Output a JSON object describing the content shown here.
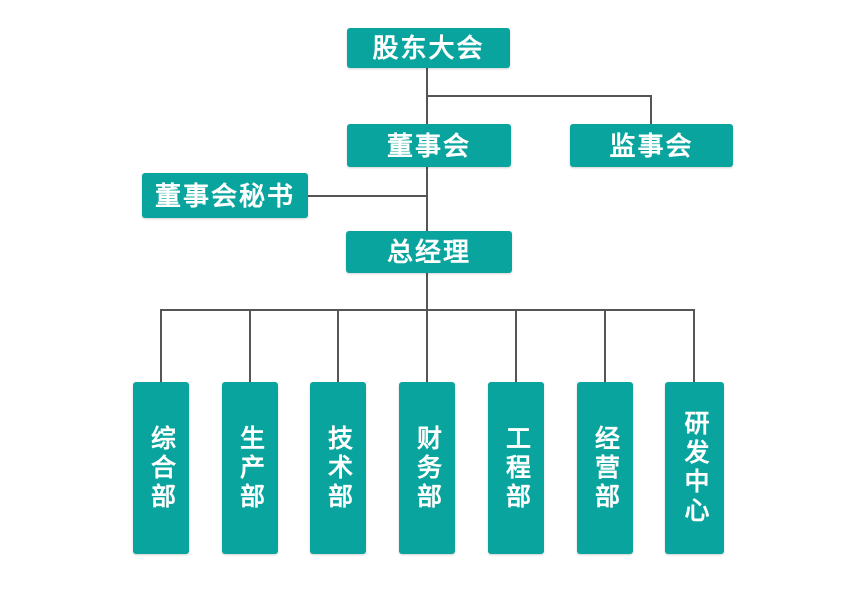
{
  "org_chart": {
    "type": "org-tree",
    "background": "#ffffff",
    "colors": {
      "node_fill": "#0aa49e",
      "node_text": "#ffffff",
      "line": "#555555"
    },
    "nodes": {
      "shareholders_meeting": {
        "label": "股东大会"
      },
      "board_of_directors": {
        "label": "董事会"
      },
      "supervisory_board": {
        "label": "监事会"
      },
      "board_secretary": {
        "label": "董事会秘书"
      },
      "general_manager": {
        "label": "总经理"
      },
      "dept_general_affairs": {
        "label": "综合部"
      },
      "dept_production": {
        "label": "生产部"
      },
      "dept_technology": {
        "label": "技术部"
      },
      "dept_finance": {
        "label": "财务部"
      },
      "dept_engineering": {
        "label": "工程部"
      },
      "dept_operations": {
        "label": "经营部"
      },
      "rnd_center": {
        "label": "研发中心"
      }
    },
    "edges": [
      {
        "from": "shareholders_meeting",
        "to": "board_of_directors"
      },
      {
        "from": "shareholders_meeting",
        "to": "supervisory_board"
      },
      {
        "from": "board_of_directors",
        "to": "general_manager"
      },
      {
        "from": "board_secretary",
        "to": "connector_board_of_directors_general_manager"
      },
      {
        "from": "general_manager",
        "to": "dept_general_affairs"
      },
      {
        "from": "general_manager",
        "to": "dept_production"
      },
      {
        "from": "general_manager",
        "to": "dept_technology"
      },
      {
        "from": "general_manager",
        "to": "dept_finance"
      },
      {
        "from": "general_manager",
        "to": "dept_engineering"
      },
      {
        "from": "general_manager",
        "to": "dept_operations"
      },
      {
        "from": "general_manager",
        "to": "rnd_center"
      }
    ]
  }
}
